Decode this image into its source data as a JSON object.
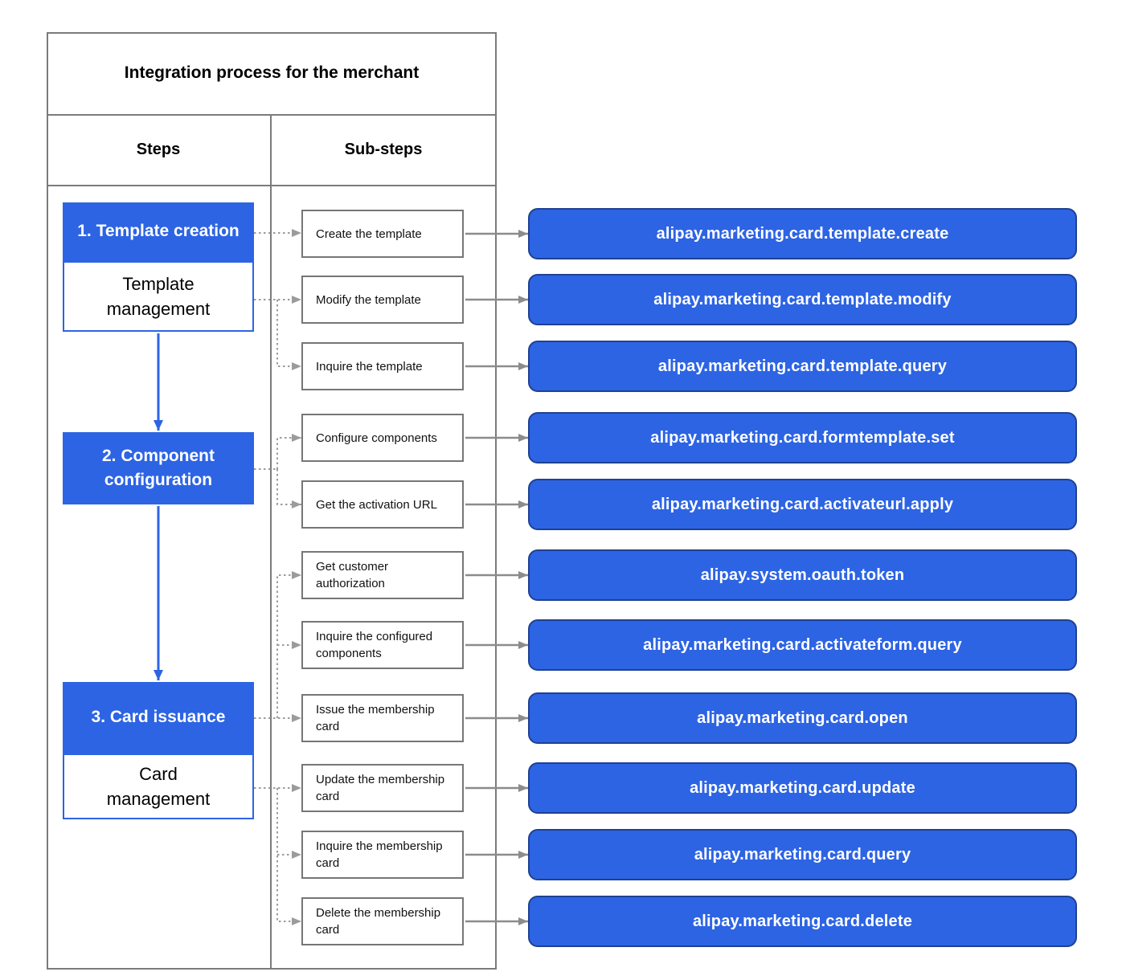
{
  "title": "Integration process for the merchant",
  "columns": {
    "steps": "Steps",
    "substeps": "Sub-steps"
  },
  "steps": [
    {
      "name": "1. Template creation",
      "management": "Template management"
    },
    {
      "name": "2. Component configuration",
      "management": ""
    },
    {
      "name": "3. Card issuance",
      "management": "Card management"
    }
  ],
  "rows": [
    {
      "substep": "Create the template",
      "api": "alipay.marketing.card.template.create"
    },
    {
      "substep": "Modify the template",
      "api": "alipay.marketing.card.template.modify"
    },
    {
      "substep": "Inquire the template",
      "api": "alipay.marketing.card.template.query"
    },
    {
      "substep": "Configure components",
      "api": "alipay.marketing.card.formtemplate.set"
    },
    {
      "substep": "Get the activation URL",
      "api": "alipay.marketing.card.activateurl.apply"
    },
    {
      "substep": "Get customer authorization",
      "api": "alipay.system.oauth.token"
    },
    {
      "substep": "Inquire the configured components",
      "api": "alipay.marketing.card.activateform.query"
    },
    {
      "substep": "Issue the membership card",
      "api": "alipay.marketing.card.open"
    },
    {
      "substep": "Update the membership card",
      "api": "alipay.marketing.card.update"
    },
    {
      "substep": "Inquire the membership card",
      "api": "alipay.marketing.card.query"
    },
    {
      "substep": "Delete the membership card",
      "api": "alipay.marketing.card.delete"
    }
  ],
  "colors": {
    "accent_blue": "#2d64e4",
    "api_box_border": "#1f4191",
    "table_border_gray": "#7b7b7b",
    "substep_border_gray": "#767676",
    "arrow_gray": "#8c8c8c",
    "dotted_gray": "#9b9b9b"
  }
}
